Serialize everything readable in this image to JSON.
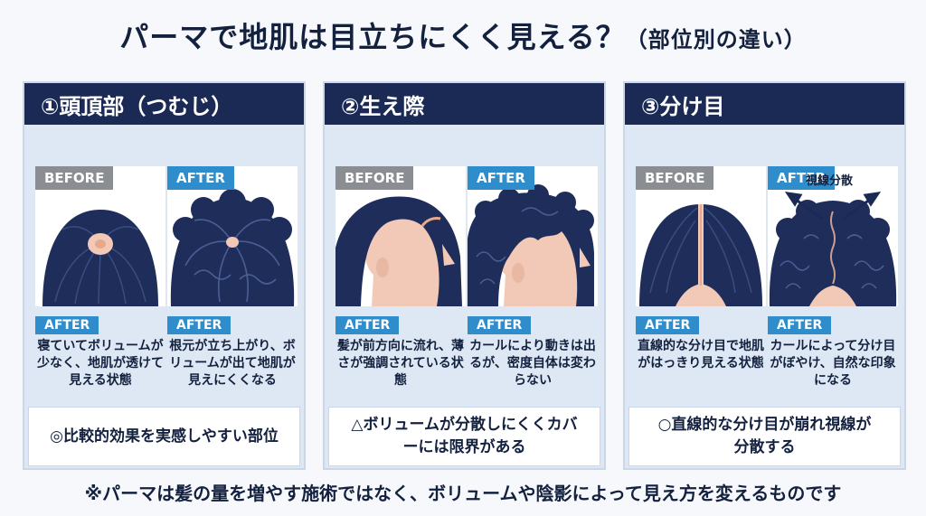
{
  "title": {
    "main": "パーマで地肌は目立ちにくく見える？",
    "sub": "（部位別の違い）"
  },
  "panels": [
    {
      "heading": "①頭頂部（つむじ）",
      "before_badge": "BEFORE",
      "after_badge": "AFTER",
      "left_caption_badge": "AFTER",
      "right_caption_badge": "AFTER",
      "left_desc": "寝ていてボリュームが少なく、地肌が透けて見える状態",
      "right_desc": "根元が立ち上がり、ボリュームが出て地肌が見えにくくなる",
      "summary": "◎比較的効果を実感しやすい部位"
    },
    {
      "heading": "②生え際",
      "before_badge": "BEFORE",
      "after_badge": "AFTER",
      "left_caption_badge": "AFTER",
      "right_caption_badge": "AFTER",
      "left_desc": "髪が前方向に流れ、薄さが強調されている状態",
      "right_desc": "カールにより動きは出るが、密度自体は変わらない",
      "summary": "△ボリュームが分散しにくくカバーには限界がある"
    },
    {
      "heading": "③分け目",
      "before_badge": "BEFORE",
      "after_badge": "AFTER",
      "left_caption_badge": "AFTER",
      "right_caption_badge": "AFTER",
      "left_desc": "直線的な分け目で地肌がはっきり見える状態",
      "right_desc": "カールによって分け目がぼやけ、自然な印象になる",
      "summary": "○直線的な分け目が崩れ視線が分散する",
      "arrow_label": "視線分散"
    }
  ],
  "footer": "※パーマは髪の量を増やす施術ではなく、ボリュームや陰影によって見え方を変えるものです",
  "colors": {
    "navy": "#1b2a55",
    "accent_blue": "#2f8dcb",
    "before_gray": "#8a8d92",
    "hair": "#1f2d5a",
    "skin": "#f2c9b6"
  }
}
